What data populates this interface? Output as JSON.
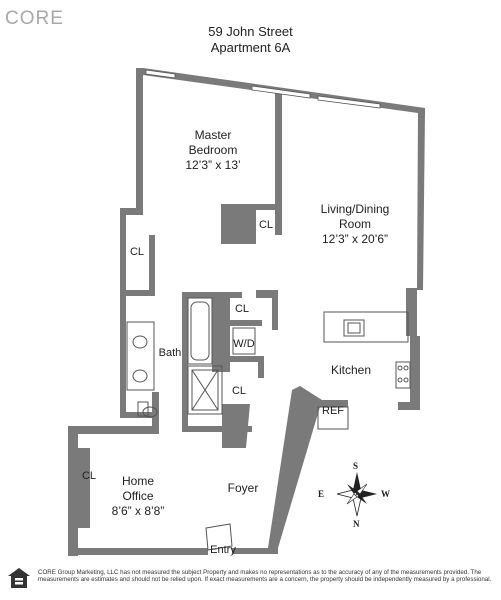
{
  "brand": {
    "logo_text": "CORE"
  },
  "header": {
    "address_line1": "59 John Street",
    "address_line2": "Apartment 6A"
  },
  "rooms": {
    "master_bedroom": {
      "name_line1": "Master",
      "name_line2": "Bedroom",
      "dims": "12’3” x 13’"
    },
    "living_dining": {
      "name_line1": "Living/Dining",
      "name_line2": "Room",
      "dims": "12’3” x 20’6”"
    },
    "home_office": {
      "name_line1": "Home",
      "name_line2": "Office",
      "dims": "8’6” x 8’8”"
    },
    "kitchen": {
      "name": "Kitchen"
    },
    "bath": {
      "name": "Bath"
    },
    "foyer": {
      "name": "Foyer"
    },
    "entry": {
      "name": "Entry"
    },
    "closet_bedroom": {
      "name": "CL"
    },
    "closet_left": {
      "name": "CL"
    },
    "closet_mid": {
      "name": "CL"
    },
    "closet_lower": {
      "name": "CL"
    },
    "closet_office": {
      "name": "CL"
    },
    "washer_dryer": {
      "name": "W/D"
    },
    "refrigerator": {
      "name": "REF"
    }
  },
  "compass": {
    "north": "N",
    "south": "S",
    "east": "E",
    "west": "W"
  },
  "footer": {
    "disclaimer": "CORE Group Marketing, LLC has not measured the subject Property and makes no representations as to the accuracy of any of the measurements provided. The measurements are estimates and should not be relied upon. If exact measurements are a concern, the property should be independently measured by a professional."
  },
  "colors": {
    "wall": "#7a7a7a",
    "wall_dark": "#6b6b6b",
    "line": "#555555",
    "logo": "#a8a8a8"
  }
}
